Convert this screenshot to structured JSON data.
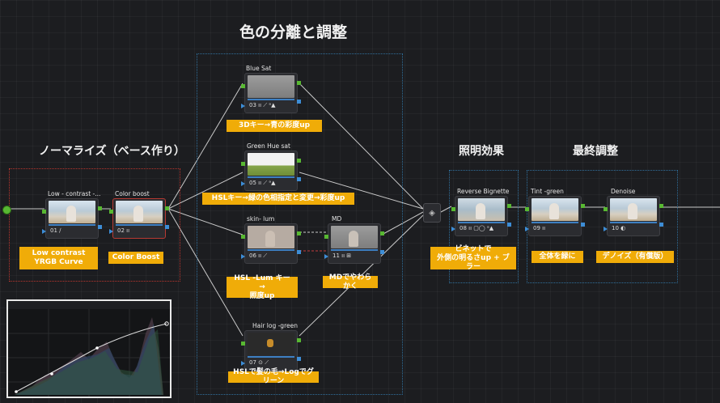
{
  "headings": {
    "separation": "色の分離と調整",
    "normalize": "ノーマライズ（ベース作り）",
    "lighting": "照明効果",
    "final": "最終調整"
  },
  "nodes": {
    "low_contrast": {
      "label": "Low - contrast -...",
      "num": "01"
    },
    "color_boost": {
      "label": "Color boost",
      "num": "02"
    },
    "blue_sat": {
      "label": "Blue  Sat",
      "num": "03"
    },
    "green_hue_sat": {
      "label": "Green  Hue  sat",
      "num": "05"
    },
    "skin_lum": {
      "label": "skin- lum",
      "num": "06"
    },
    "md": {
      "label": "MD",
      "num": "11"
    },
    "hair_log_green": {
      "label": "Hair log -green",
      "num": "07"
    },
    "reverse_bignette": {
      "label": "Reverse Bignette",
      "num": "08"
    },
    "tint_green": {
      "label": "Tint -green",
      "num": "09"
    },
    "denoise": {
      "label": "Denoise",
      "num": "10"
    }
  },
  "notes": {
    "low_contrast": "Low contrast\nYRGB Curve",
    "color_boost": "Color Boost",
    "blue_sat": "3Dキー→青の彩度up",
    "green_hue_sat": "HSLキー→緑の色相指定と変更→彩度up",
    "skin_lum": "HSL -Lum キー　→\n照度up",
    "md": "MDでやわらかく",
    "hair": "HSLで髪の毛→Logでグリーン",
    "vignette": "ビネットで\n外側の明るさup + ブラー",
    "tint": "全体を緑に",
    "denoise": "デノイズ（有償版）"
  },
  "colors": {
    "background": "#1c1d20",
    "note_yellow": "#f0ac08",
    "red_group": "#b8352e",
    "blue_group": "#2f6e9a",
    "port_green": "#58b832",
    "port_blue": "#3d8dd6"
  },
  "icons": [
    "curve-tool-icon",
    "histogram-icon",
    "eyedropper-icon",
    "window-shape-icon",
    "key-icon",
    "node-merge-icon"
  ]
}
